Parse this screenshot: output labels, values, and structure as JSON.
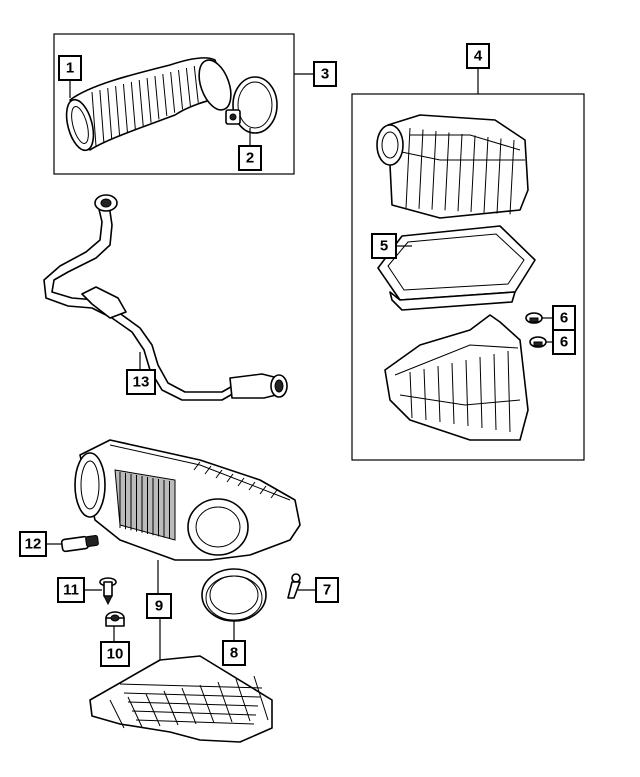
{
  "callouts": [
    {
      "id": "c1",
      "label": "1"
    },
    {
      "id": "c2",
      "label": "2"
    },
    {
      "id": "c3",
      "label": "3"
    },
    {
      "id": "c4",
      "label": "4"
    },
    {
      "id": "c5",
      "label": "5"
    },
    {
      "id": "c6a",
      "label": "6"
    },
    {
      "id": "c6b",
      "label": "6"
    },
    {
      "id": "c7",
      "label": "7"
    },
    {
      "id": "c8",
      "label": "8"
    },
    {
      "id": "c9",
      "label": "9"
    },
    {
      "id": "c10",
      "label": "10"
    },
    {
      "id": "c11",
      "label": "11"
    },
    {
      "id": "c12",
      "label": "12"
    },
    {
      "id": "c13",
      "label": "13"
    }
  ]
}
